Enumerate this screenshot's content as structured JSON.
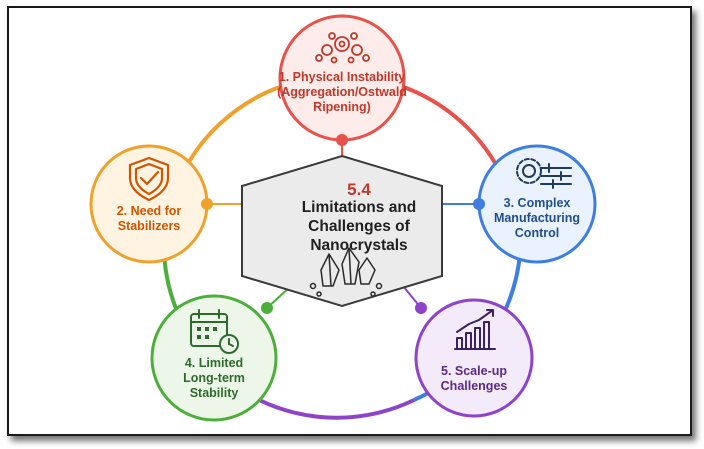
{
  "center": {
    "number": "5.4",
    "title": "Limitations and\nChallenges of\nNanocrystals",
    "icon": "crystals-icon"
  },
  "nodes": [
    {
      "label": "1. Physical Instability\n(Aggregation/Ostwald\nRipening)",
      "icon": "particles-icon",
      "color": "#e8524a"
    },
    {
      "label": "2. Need for\nStabilizers",
      "icon": "shield-check-icon",
      "color": "#f0a12c"
    },
    {
      "label": "3. Complex\nManufacturing\nControl",
      "icon": "gear-sliders-icon",
      "color": "#3d7ee0"
    },
    {
      "label": "4. Limited\nLong-term\nStability",
      "icon": "calendar-clock-icon",
      "color": "#4caf3a"
    },
    {
      "label": "5. Scale-up\nChallenges",
      "icon": "bar-chart-icon",
      "color": "#8e44c9"
    }
  ]
}
